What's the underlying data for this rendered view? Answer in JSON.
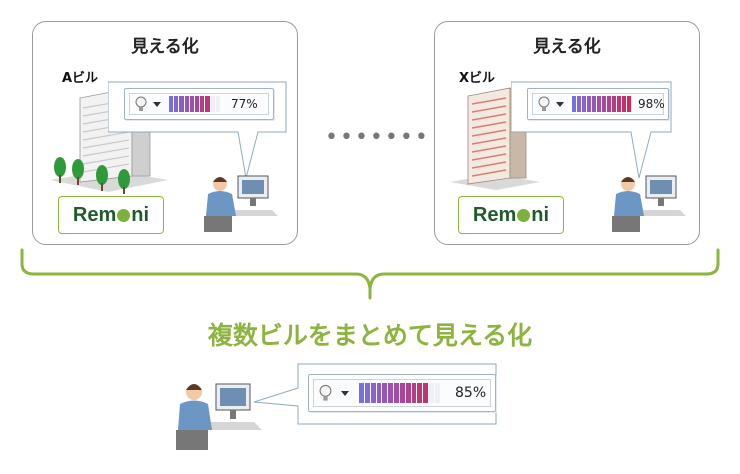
{
  "panels": [
    {
      "title": "見える化",
      "building_label": "Aビル",
      "meter_percent": "77%",
      "meter_fraction": 0.77,
      "logo": "Remoni"
    },
    {
      "title": "見える化",
      "building_label": "Xビル",
      "meter_percent": "98%",
      "meter_fraction": 0.98,
      "logo": "Remoni"
    }
  ],
  "ellipsis": "•••••••",
  "caption": "複数ビルをまとめて見える化",
  "summary_meter": {
    "percent": "85%",
    "fraction": 0.85
  },
  "colors": {
    "bracket": "#8db43f",
    "caption": "#8db43f",
    "panel_border": "#9a9a9a",
    "logo_border": "#8aba3c",
    "logo_text": "#1f5a2a"
  },
  "icons": [
    "lightbulb-icon",
    "dropdown-caret-icon",
    "building-icon",
    "tree-icon",
    "person-at-computer-icon",
    "leaf-icon"
  ]
}
